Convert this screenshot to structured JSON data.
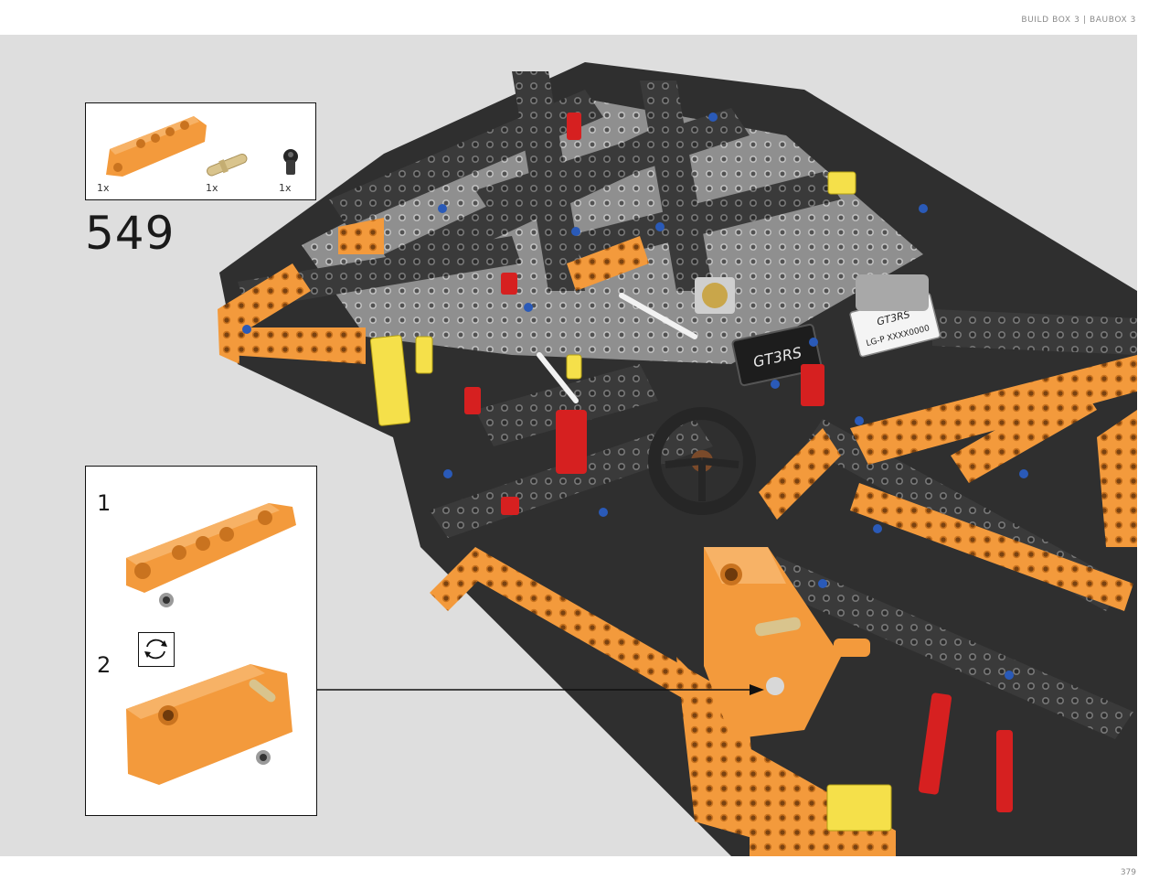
{
  "header": {
    "build_box": "BUILD BOX 3  |  BAUBOX 3"
  },
  "step": {
    "number": "549"
  },
  "parts_list": {
    "items": [
      {
        "name": "orange-panel-part",
        "qty": "1x"
      },
      {
        "name": "tan-axle-pin-part",
        "qty": "1x"
      },
      {
        "name": "black-ball-joint-part",
        "qty": "1x"
      }
    ]
  },
  "sub_steps": [
    {
      "number": "1"
    },
    {
      "number": "2"
    }
  ],
  "model": {
    "badge_text": "GT3RS",
    "plate_line1": "GT3RS",
    "plate_line2": "LG-P XXXX0000"
  },
  "footer": {
    "page_number": "379"
  },
  "colors": {
    "brick_orange": "#f39a3c",
    "brick_dark": "#3a3a3a",
    "brick_grey": "#8c8c8c",
    "brick_yellow": "#f5e04a",
    "brick_red": "#d62020",
    "brick_blue": "#2a5ab8",
    "background": "#dedede"
  }
}
